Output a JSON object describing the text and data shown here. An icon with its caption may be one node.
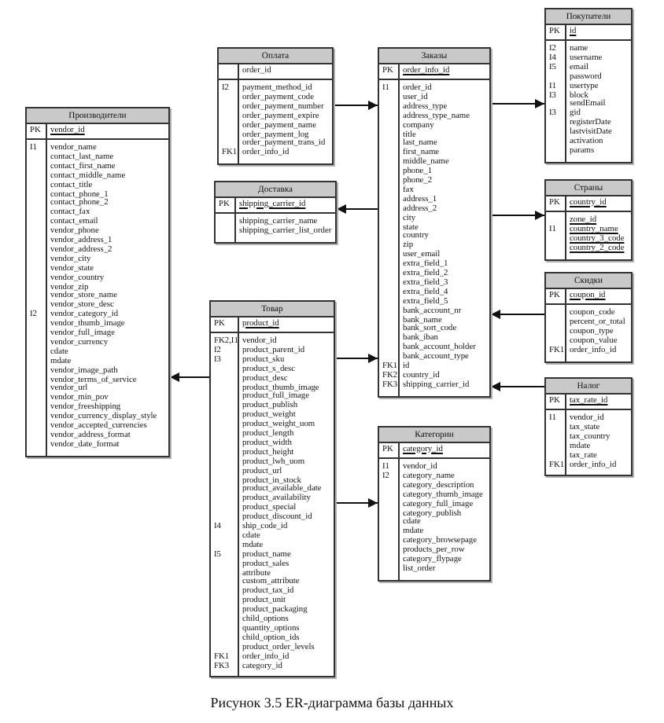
{
  "diagram": {
    "nodes": [
      {
        "text": [
          "Производители",
          "PK",
          "vendor_id",
          "I1",
          "vendor_name",
          "contact_last_name",
          "contact_first_name",
          "contact_middle_name",
          "contact_title",
          "contact_phone_1",
          "contact_phone_2",
          "contact_fax",
          "contact_email",
          "vendor_phone",
          "vendor_address_1",
          "vendor_address_2",
          "vendor_city",
          "vendor_state",
          "vendor_country",
          "vendor_zip",
          "vendor_store_name",
          "vendor_store_desc",
          "I2",
          "vendor_category_id",
          "vendor_thumb_image",
          "vendor_full_image",
          "vendor_currency",
          "cdate",
          "mdate",
          "vendor_image_path",
          "vendor_terms_of_service",
          "vendor_url",
          "vendor_min_pov",
          "vendor_freeshipping",
          "vendor_currency_display_style",
          "vendor_accepted_currencies",
          "vendor_address_format",
          "vendor_date_format"
        ]
      },
      {
        "text": [
          "Оплата",
          "order_id",
          "I2",
          "payment_method_id",
          "order_payment_code",
          "order_payment_number",
          "order_payment_expire",
          "order_payment_name",
          "order_payment_log",
          "order_payment_trans_id",
          "FK1",
          "order_info_id"
        ]
      },
      {
        "text": [
          "Доставка",
          "PK",
          "shipping_carrier_id",
          "shipping_carrier_name",
          "shipping_carrier_list_order"
        ]
      },
      {
        "text": [
          "Товар",
          "PK",
          "product_id",
          "FK2,I1",
          "vendor_id",
          "I2",
          "product_parent_id",
          "I3",
          "product_sku",
          "product_s_desc",
          "product_desc",
          "product_thumb_image",
          "product_full_image",
          "product_publish",
          "product_weight",
          "product_weight_uom",
          "product_length",
          "product_width",
          "product_height",
          "product_lwh_uom",
          "product_url",
          "product_in_stock",
          "product_available_date",
          "product_availability",
          "product_special",
          "product_discount_id",
          "I4",
          "ship_code_id",
          "cdate",
          "mdate",
          "I5",
          "product_name",
          "product_sales",
          "attribute",
          "custom_attribute",
          "product_tax_id",
          "product_unit",
          "product_packaging",
          "child_options",
          "quantity_options",
          "child_option_ids",
          "product_order_levels",
          "FK1",
          "order_info_id",
          "FK3",
          "category_id"
        ]
      },
      {
        "text": [
          "Заказы",
          "PK",
          "order_info_id",
          "I1",
          "order_id",
          "user_id",
          "address_type",
          "address_type_name",
          "company",
          "title",
          "last_name",
          "first_name",
          "middle_name",
          "phone_1",
          "phone_2",
          "fax",
          "address_1",
          "address_2",
          "city",
          "state",
          "country",
          "zip",
          "user_email",
          "extra_field_1",
          "extra_field_2",
          "extra_field_3",
          "extra_field_4",
          "extra_field_5",
          "bank_account_nr",
          "bank_name",
          "bank_sort_code",
          "bank_iban",
          "bank_account_holder",
          "bank_account_type",
          "FK1",
          "id",
          "FK2",
          "country_id",
          "FK3",
          "shipping_carrier_id"
        ]
      },
      {
        "text": [
          "Категории",
          "PK",
          "category_id",
          "I1",
          "vendor_id",
          "I2",
          "category_name",
          "category_description",
          "category_thumb_image",
          "category_full_image",
          "category_publish",
          "cdate",
          "mdate",
          "category_browsepage",
          "products_per_row",
          "category_flypage",
          "list_order"
        ]
      },
      {
        "text": [
          "Покупатели",
          "PK",
          "id",
          "I2",
          "name",
          "I4",
          "username",
          "I5",
          "email",
          "password",
          "I1",
          "usertype",
          "I3",
          "block",
          "sendEmail",
          "I3",
          "gid",
          "registerDate",
          "lastvisitDate",
          "activation",
          "params"
        ]
      },
      {
        "text": [
          "Страны",
          "PK",
          "country_id",
          "zone_id",
          "I1",
          "country_name",
          "country_3_code",
          "country_2_code"
        ]
      },
      {
        "text": [
          "Скидки",
          "PK",
          "coupon_id",
          "coupon_code",
          "percent_or_total",
          "coupon_type",
          "coupon_value",
          "FK1",
          "order_info_id"
        ]
      },
      {
        "text": [
          "Налог",
          "PK",
          "tax_rate_id",
          "I1",
          "vendor_id",
          "tax_state",
          "tax_country",
          "mdate",
          "tax_rate",
          "FK1",
          "order_info_id"
        ]
      }
    ],
    "edges": [
      {
        "from": 1,
        "to": 4,
        "arrow": "to"
      },
      {
        "from": 4,
        "to": 2,
        "arrow": "to"
      },
      {
        "from": 4,
        "to": 6,
        "arrow": "to"
      },
      {
        "from": 4,
        "to": 7,
        "arrow": "to"
      },
      {
        "from": 8,
        "to": 4,
        "arrow": "to"
      },
      {
        "from": 9,
        "to": 4,
        "arrow": "to"
      },
      {
        "from": 3,
        "to": 4,
        "arrow": "to"
      },
      {
        "from": 3,
        "to": 0,
        "arrow": "to"
      },
      {
        "from": 3,
        "to": 5,
        "arrow": "to"
      }
    ],
    "caption": "Рисунок 3.5 ER-диаграмма базы данных"
  }
}
